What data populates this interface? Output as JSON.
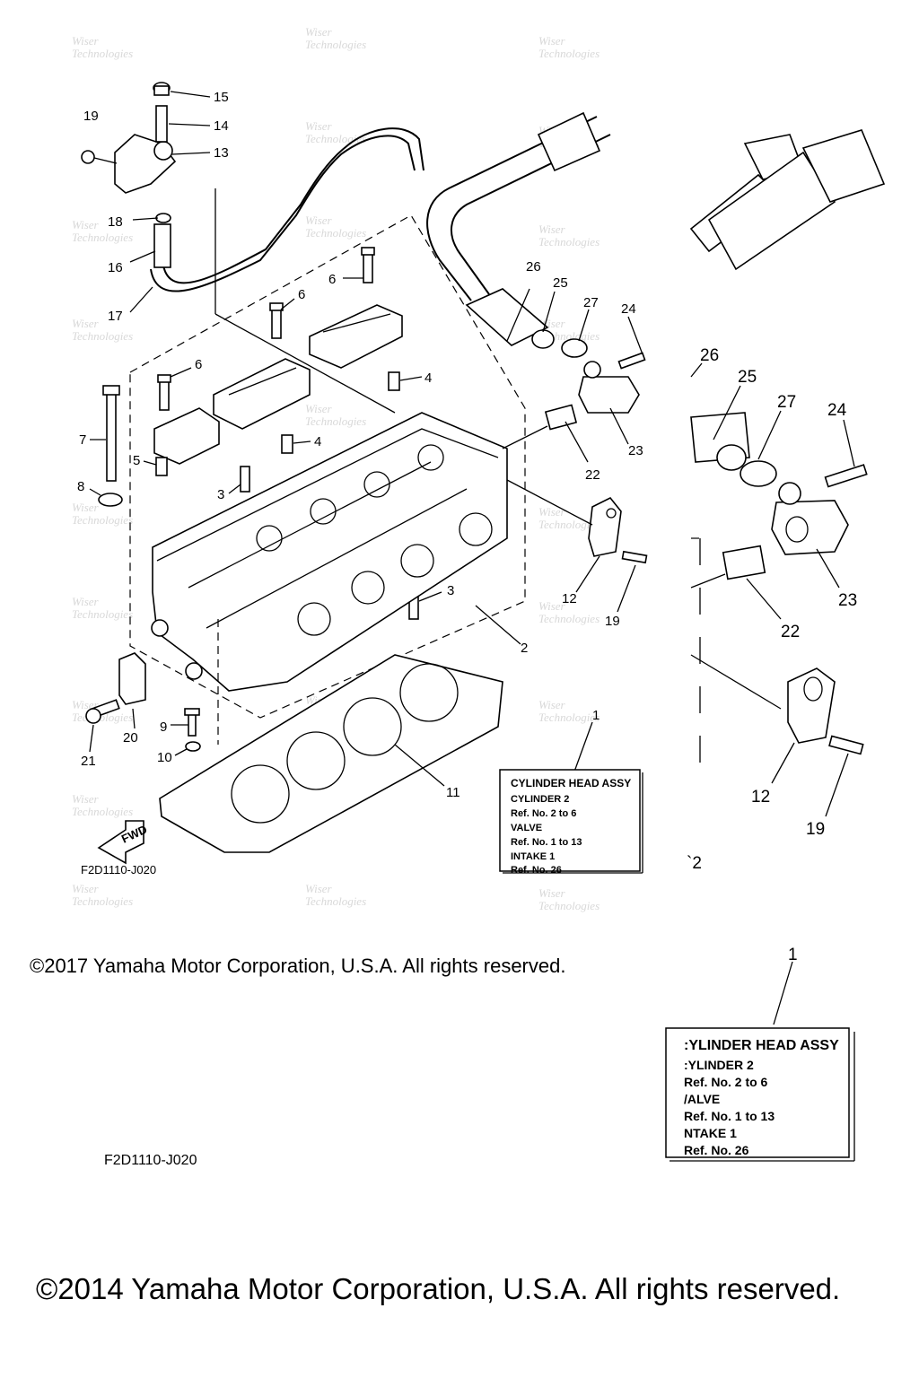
{
  "diagram": {
    "callouts": [
      {
        "id": "15",
        "label": "15"
      },
      {
        "id": "14",
        "label": "14"
      },
      {
        "id": "13",
        "label": "13"
      },
      {
        "id": "19a",
        "label": "19"
      },
      {
        "id": "18",
        "label": "18"
      },
      {
        "id": "16",
        "label": "16"
      },
      {
        "id": "17",
        "label": "17"
      },
      {
        "id": "6a",
        "label": "6"
      },
      {
        "id": "6b",
        "label": "6"
      },
      {
        "id": "6c",
        "label": "6"
      },
      {
        "id": "26",
        "label": "26"
      },
      {
        "id": "25",
        "label": "25"
      },
      {
        "id": "27",
        "label": "27"
      },
      {
        "id": "24",
        "label": "24"
      },
      {
        "id": "4a",
        "label": "4"
      },
      {
        "id": "4b",
        "label": "4"
      },
      {
        "id": "7",
        "label": "7"
      },
      {
        "id": "5",
        "label": "5"
      },
      {
        "id": "8",
        "label": "8"
      },
      {
        "id": "3a",
        "label": "3"
      },
      {
        "id": "3b",
        "label": "3"
      },
      {
        "id": "22",
        "label": "22"
      },
      {
        "id": "23",
        "label": "23"
      },
      {
        "id": "12",
        "label": "12"
      },
      {
        "id": "19b",
        "label": "19"
      },
      {
        "id": "2",
        "label": "2"
      },
      {
        "id": "1",
        "label": "1"
      },
      {
        "id": "9",
        "label": "9"
      },
      {
        "id": "10",
        "label": "10"
      },
      {
        "id": "20",
        "label": "20"
      },
      {
        "id": "21",
        "label": "21"
      },
      {
        "id": "11",
        "label": "11"
      }
    ],
    "zoom_callouts": [
      {
        "id": "z26",
        "label": "26"
      },
      {
        "id": "z25",
        "label": "25"
      },
      {
        "id": "z27",
        "label": "27"
      },
      {
        "id": "z24",
        "label": "24"
      },
      {
        "id": "z22",
        "label": "22"
      },
      {
        "id": "z23",
        "label": "23"
      },
      {
        "id": "z12",
        "label": "12"
      },
      {
        "id": "z19",
        "label": "19"
      },
      {
        "id": "z2",
        "label": "`2"
      },
      {
        "id": "z1",
        "label": "1"
      }
    ],
    "fwd_label": "FWD",
    "diagram_code": "F2D1110-J020",
    "diagram_code_zoom": "F2D1110-J020",
    "watermark": "Wiser Technologies"
  },
  "assy_box": {
    "lines": [
      "CYLINDER HEAD ASSY",
      "CYLINDER 2",
      "Ref. No. 2 to 6",
      "VALVE",
      "Ref. No. 1 to 13",
      "INTAKE 1",
      "Ref. No. 26"
    ]
  },
  "assy_box_zoom": {
    "lines": [
      ":YLINDER HEAD ASSY",
      ":YLINDER 2",
      "Ref. No. 2 to 6",
      "/ALVE",
      "Ref. No. 1 to 13",
      "NTAKE 1",
      "Ref. No. 26"
    ]
  },
  "copyright_2017": "©2017 Yamaha Motor Corporation, U.S.A. All rights reserved.",
  "copyright_2014": "©2014 Yamaha Motor Corporation, U.S.A. All rights reserved."
}
